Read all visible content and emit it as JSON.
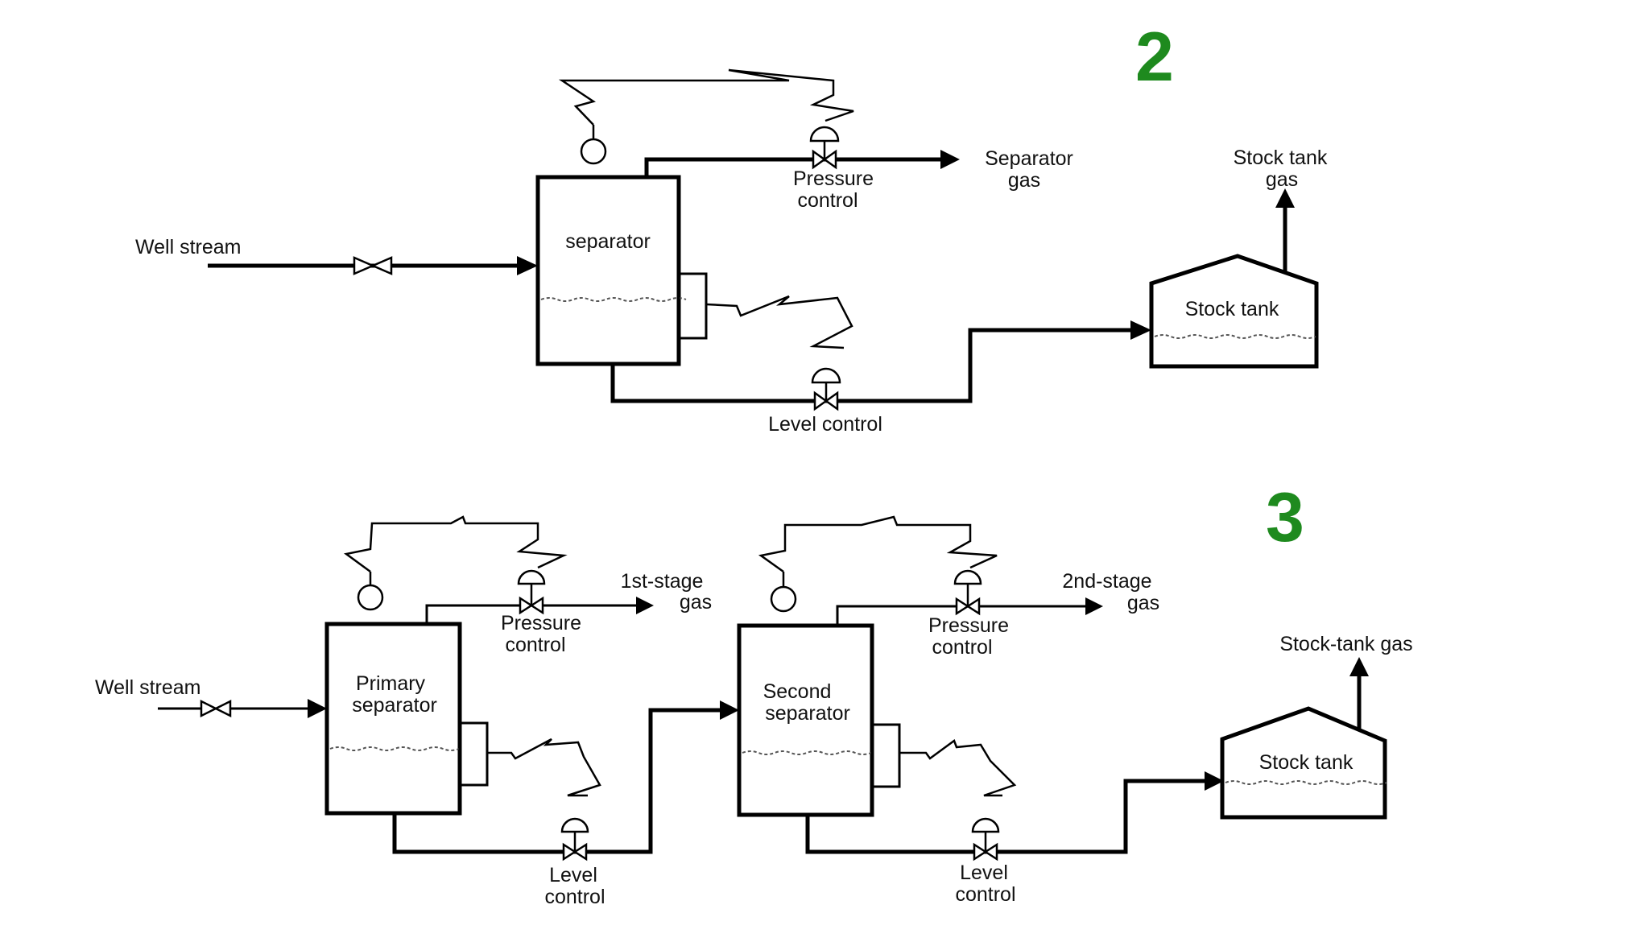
{
  "accent_color": "#1e8a1e",
  "diagram_2": {
    "number": "2",
    "well_stream": "Well stream",
    "separator": "separator",
    "pressure_control": [
      "Pressure",
      "control"
    ],
    "separator_gas": [
      "Separator",
      "gas"
    ],
    "level_control": "Level control",
    "stock_tank": "Stock tank",
    "stock_tank_gas": [
      "Stock tank",
      "gas"
    ]
  },
  "diagram_3": {
    "number": "3",
    "well_stream": "Well stream",
    "primary_separator": [
      "Primary",
      "separator"
    ],
    "pressure_control_1": [
      "Pressure",
      "control"
    ],
    "first_stage_gas": [
      "1st-stage",
      "gas"
    ],
    "level_control_1": [
      "Level",
      "control"
    ],
    "second_separator": [
      "Second",
      "separator"
    ],
    "pressure_control_2": [
      "Pressure",
      "control"
    ],
    "second_stage_gas": [
      "2nd-stage",
      "gas"
    ],
    "level_control_2": [
      "Level",
      "control"
    ],
    "stock_tank": "Stock tank",
    "stock_tank_gas": "Stock-tank gas"
  }
}
